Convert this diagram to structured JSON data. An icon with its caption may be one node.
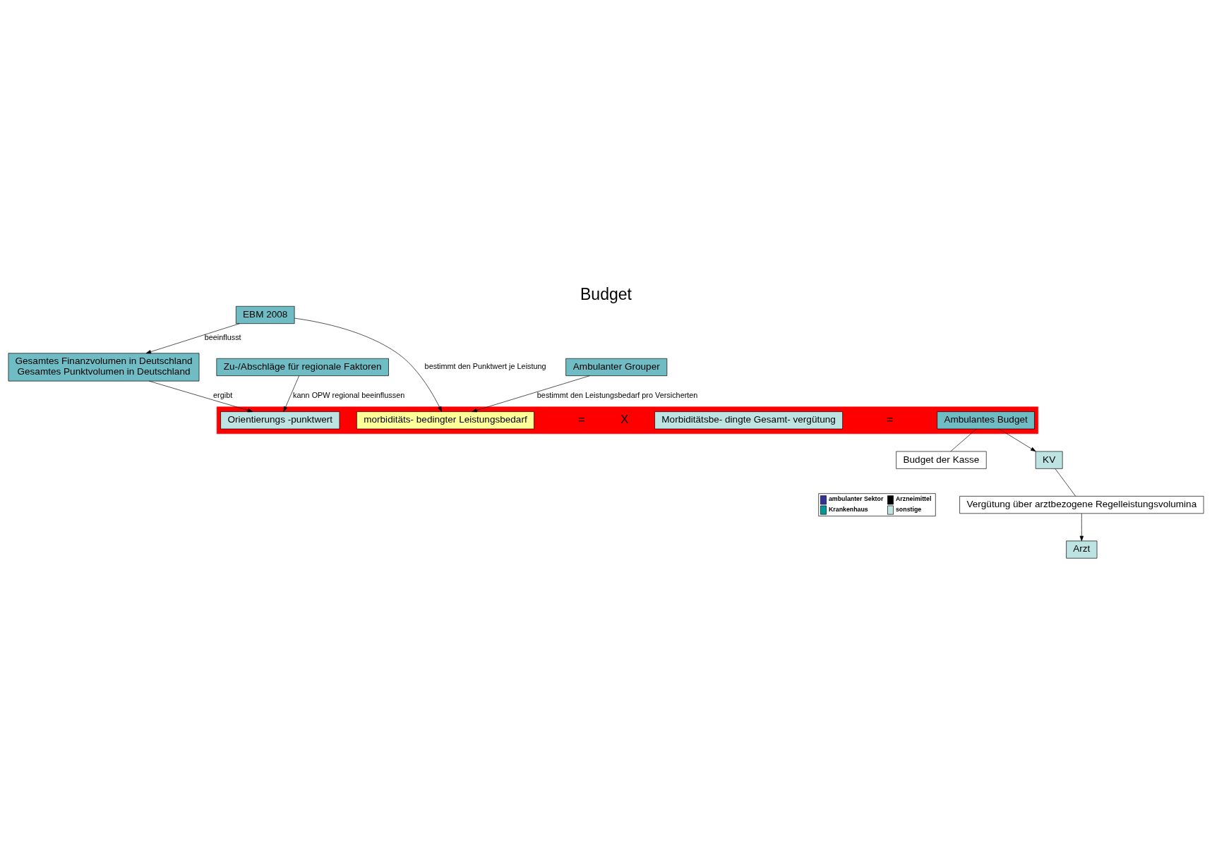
{
  "diagram": {
    "title": "Budget",
    "nodes": [
      {
        "text": [
          "Gesamtes Finanzvolumen in Deutschland",
          "Gesamtes Punktvolumen in Deutschland"
        ]
      },
      {
        "text": [
          "EBM 2008"
        ]
      },
      {
        "text": [],
        "shape": "band"
      },
      {
        "text": [
          "Orientierungs -punktwert"
        ],
        "in": 2
      },
      {
        "text": [
          "morbiditäts- bedingter Leistungsbedarf"
        ],
        "in": 2
      },
      {
        "text": [
          "Morbiditätsbe- dingte Gesamt- vergütung"
        ],
        "in": 2
      },
      {
        "text": [
          "Ambulantes Budget"
        ],
        "in": 2
      },
      {
        "text": [
          "Budget der Kasse"
        ]
      },
      {
        "text": [
          "KV"
        ]
      },
      {
        "text": [
          "Vergütung über arztbezogene Regelleistungsvolumina"
        ]
      },
      {
        "text": [
          "Arzt"
        ]
      },
      {
        "text": [
          "Ambulanter Grouper"
        ]
      },
      {
        "text": [
          "Zu-/Abschläge für regionale Faktoren"
        ]
      }
    ],
    "edges": [
      {
        "from": 0,
        "to": 3,
        "arrow": "to",
        "label": "ergibt"
      },
      {
        "from": 1,
        "to": 0,
        "arrow": "to",
        "label": "beeinflusst"
      },
      {
        "from": 1,
        "to": 4,
        "arrow": "to",
        "label": "bestimmt den Punktwert je Leistung"
      },
      {
        "from": 12,
        "to": 3,
        "arrow": "to",
        "label": "kann OPW regional beeinflussen"
      },
      {
        "from": 11,
        "to": 4,
        "arrow": "to",
        "label": "bestimmt den Leistungsbedarf pro Versicherten"
      },
      {
        "from": 6,
        "to": 7,
        "arrow": "none"
      },
      {
        "from": 6,
        "to": 8,
        "arrow": "to"
      },
      {
        "from": 8,
        "to": 9,
        "arrow": "none"
      },
      {
        "from": 9,
        "to": 10,
        "arrow": "to"
      }
    ],
    "labels": [
      "X",
      "=",
      "="
    ],
    "legend": [
      {
        "text": "ambulanter Sektor",
        "color": "#333399"
      },
      {
        "text": "Arzneimittel",
        "color": "#000000"
      },
      {
        "text": "Krankenhaus",
        "color": "#009999"
      },
      {
        "text": "sonstige",
        "color": "#bde3e3"
      }
    ]
  }
}
